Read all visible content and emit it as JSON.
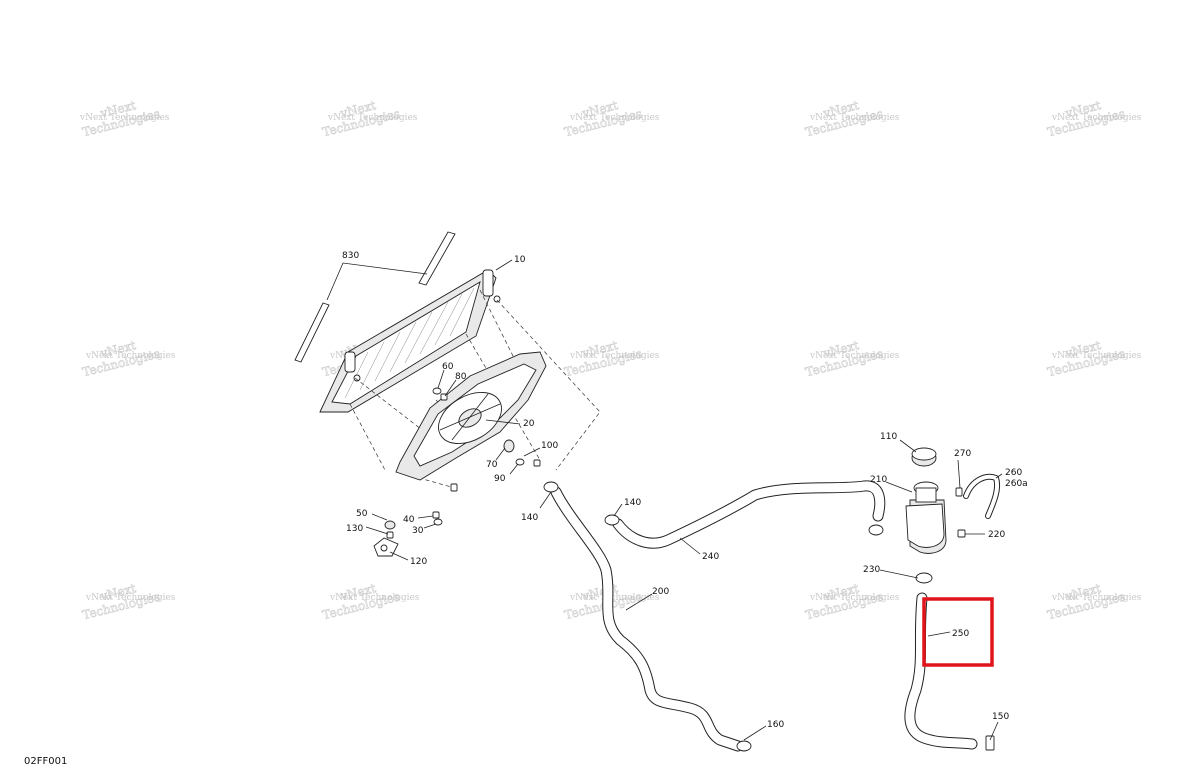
{
  "diagram_code": "02FF001",
  "watermark": {
    "line1": "vNext",
    "line2": "Technologies",
    "combined": "vNext Technologies"
  },
  "highlight_color": "#e0141b",
  "callouts": {
    "p830": "830",
    "p10": "10",
    "p60": "60",
    "p80": "80",
    "p20": "20",
    "p100": "100",
    "p70": "70",
    "p90": "90",
    "p140a": "140",
    "p140b": "140",
    "p50": "50",
    "p40": "40",
    "p130": "130",
    "p30": "30",
    "p120": "120",
    "p240": "240",
    "p200": "200",
    "p160": "160",
    "p110": "110",
    "p270": "270",
    "p260": "260",
    "p260a": "260a",
    "p210": "210",
    "p220": "220",
    "p230": "230",
    "p250": "250",
    "p150": "150"
  }
}
